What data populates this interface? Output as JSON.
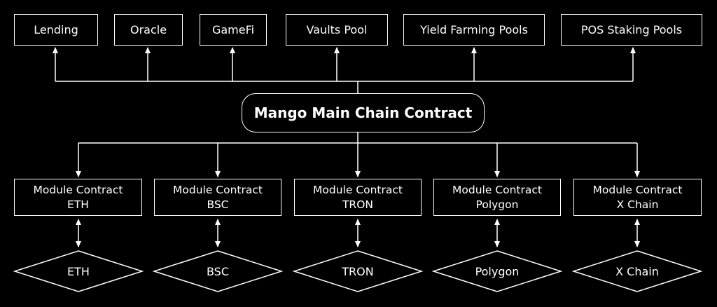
{
  "services": [
    "Lending",
    "Oracle",
    "GameFi",
    "Vaults Pool",
    "Yield Farming Pools",
    "POS Staking Pools"
  ],
  "main_contract": "Mango Main Chain Contract",
  "modules": [
    {
      "title": "Module Contract",
      "chain": "ETH"
    },
    {
      "title": "Module Contract",
      "chain": "BSC"
    },
    {
      "title": "Module Contract",
      "chain": "TRON"
    },
    {
      "title": "Module Contract",
      "chain": "Polygon"
    },
    {
      "title": "Module Contract",
      "chain": "X Chain"
    }
  ],
  "chains": [
    "ETH",
    "BSC",
    "TRON",
    "Polygon",
    "X Chain"
  ],
  "colors": {
    "background": "#000000",
    "stroke": "#ffffff",
    "text": "#ffffff"
  }
}
